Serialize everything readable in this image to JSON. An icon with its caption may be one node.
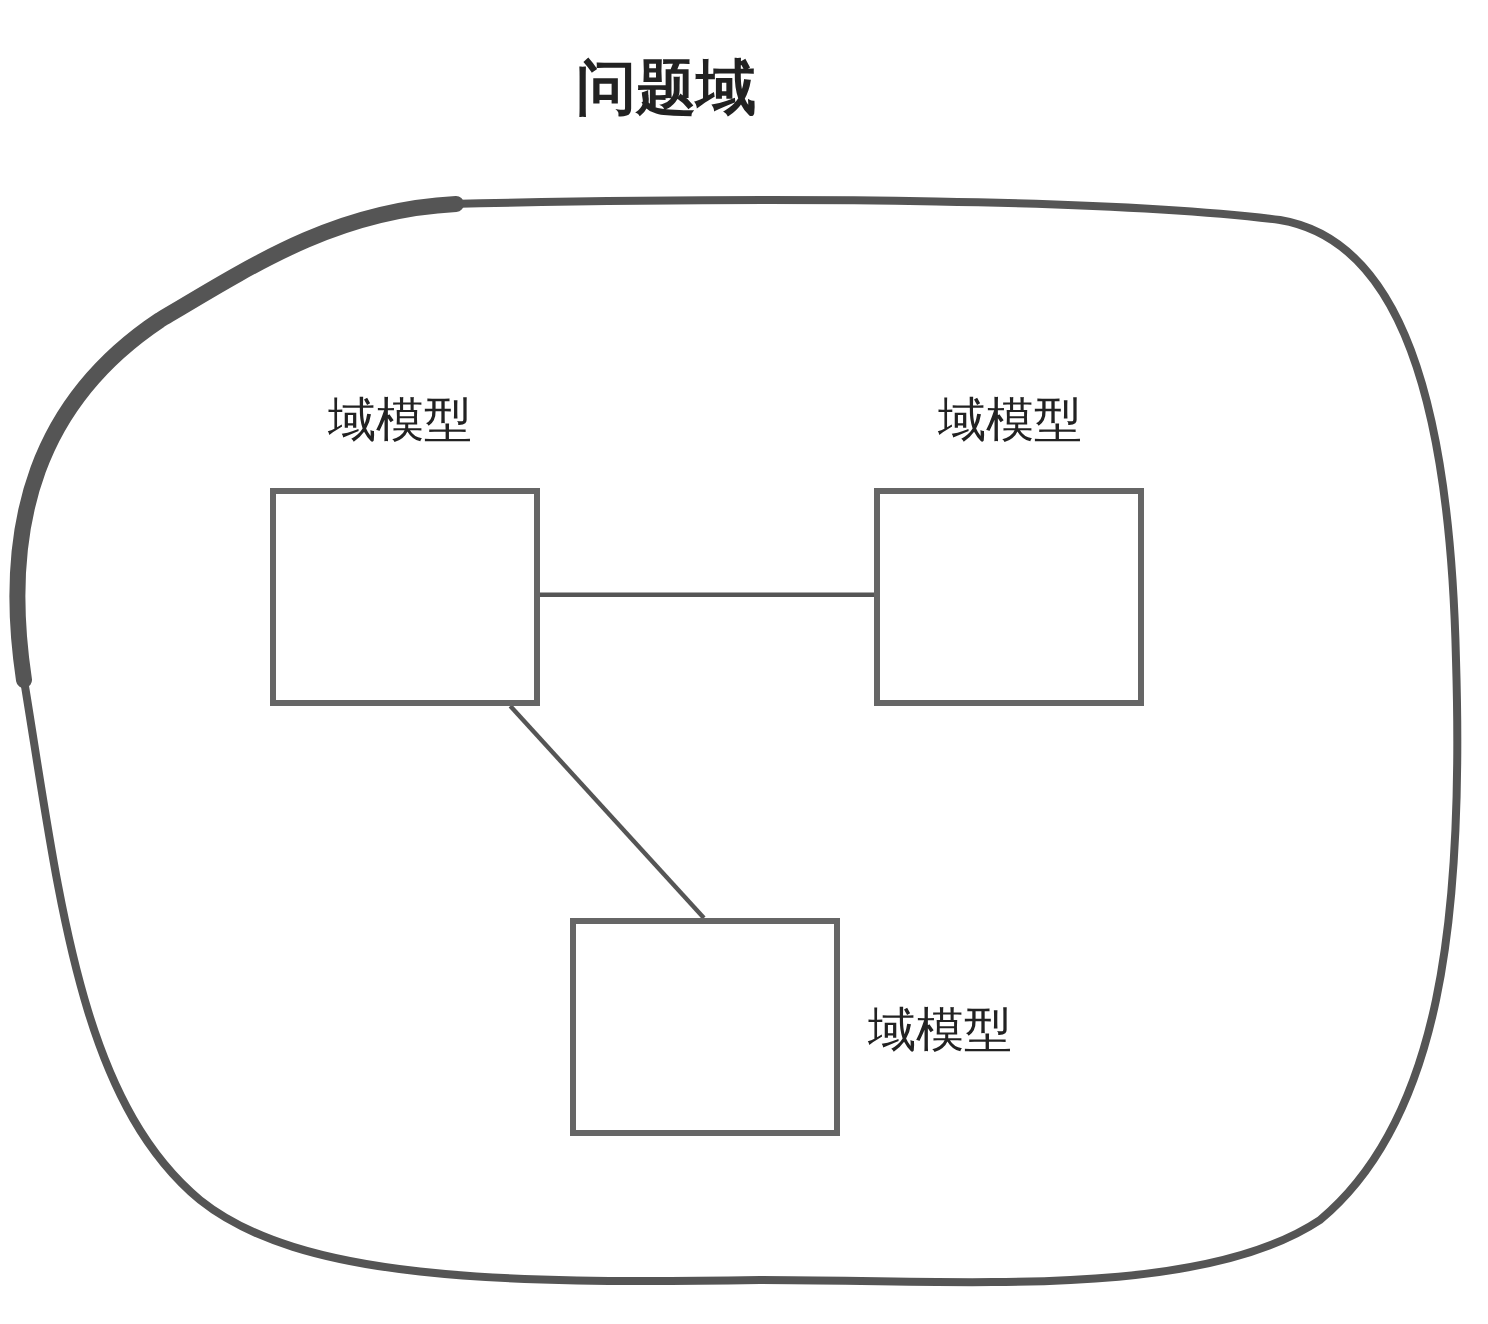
{
  "diagram": {
    "nodes": [
      {
        "text": [
          "问题域"
        ]
      },
      {
        "text": [
          "域模型"
        ],
        "in": 0
      },
      {
        "text": [
          "域模型"
        ],
        "in": 0
      },
      {
        "text": [
          "域模型"
        ],
        "in": 0
      }
    ],
    "edges": [
      {
        "from": 1,
        "to": 2,
        "arrow": "none"
      },
      {
        "from": 1,
        "to": 3,
        "arrow": "none"
      }
    ]
  }
}
